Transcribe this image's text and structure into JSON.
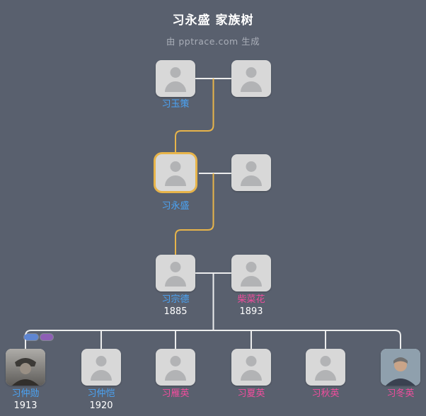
{
  "header": {
    "title": "习永盛 家族树",
    "subtitle": "由 pptrace.com 生成"
  },
  "colors": {
    "background": "#59606e",
    "card": "#d8d8d8",
    "avatar": "#b2b3b5",
    "highlight_ring": "#e7b44a",
    "lineage_line": "#e7b44a",
    "couple_line": "#eceded",
    "male_name": "#4aa4f6",
    "female_name": "#f24d9e",
    "year_text": "#ffffff",
    "badge_blue": "#5f86d2",
    "badge_purple": "#8e5fb5"
  },
  "tree": {
    "gen1": {
      "husband": {
        "name": "习玉策"
      },
      "wife": {
        "name": ""
      }
    },
    "gen2": {
      "husband": {
        "name": "习永盛"
      },
      "wife": {
        "name": ""
      }
    },
    "gen3": {
      "husband": {
        "name": "习宗德",
        "year": "1885"
      },
      "wife": {
        "name": "柴菜花",
        "year": "1893"
      }
    },
    "gen4": [
      {
        "name": "习仲勋",
        "year": "1913"
      },
      {
        "name": "习仲恺",
        "year": "1920"
      },
      {
        "name": "习雁英",
        "year": ""
      },
      {
        "name": "习夏英",
        "year": ""
      },
      {
        "name": "习秋英",
        "year": ""
      },
      {
        "name": "习冬英",
        "year": ""
      }
    ]
  }
}
